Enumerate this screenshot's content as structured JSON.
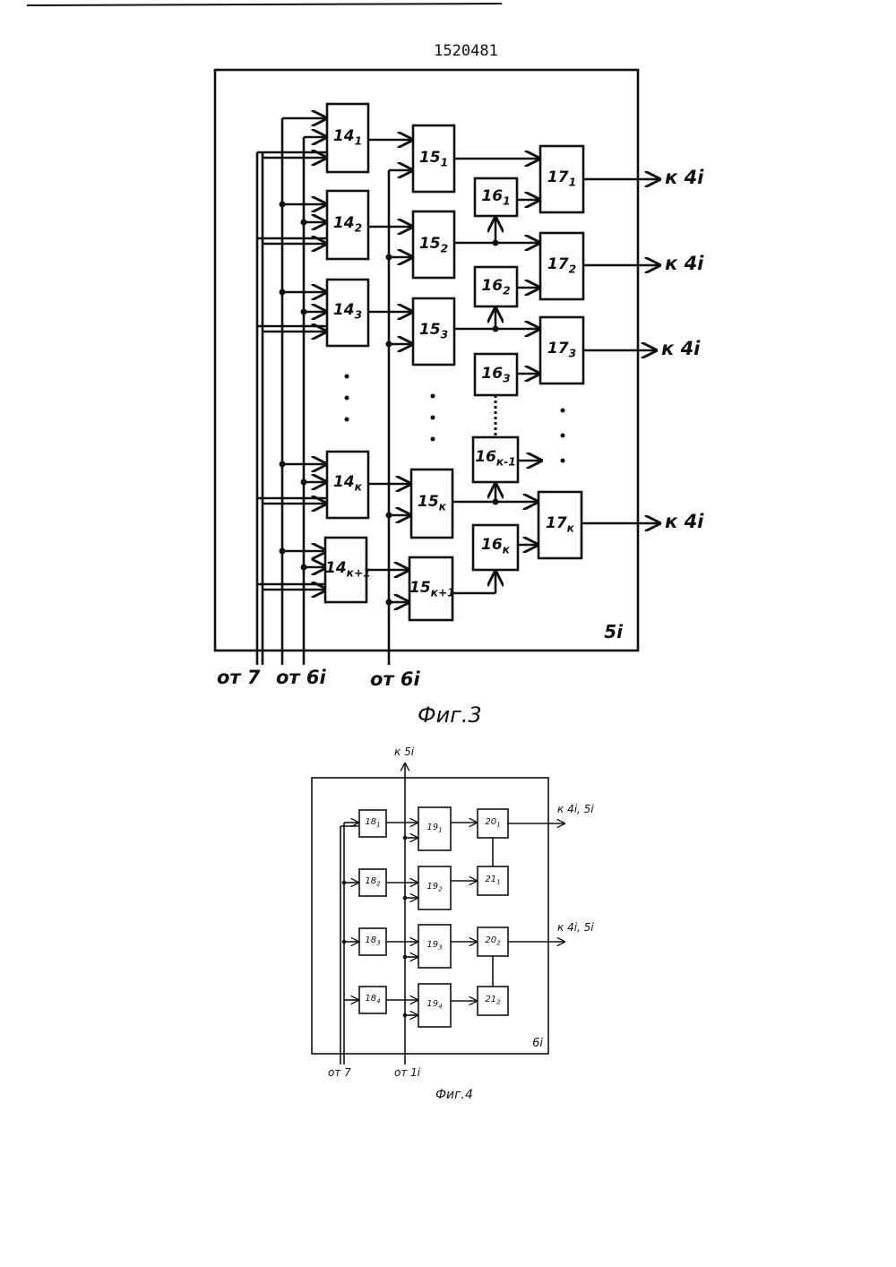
{
  "page": {
    "patent_number": "1520481"
  },
  "fig3": {
    "caption": "Фиг.3",
    "frame_label": "5i",
    "blocks14": [
      {
        "base": "14",
        "sub": "1"
      },
      {
        "base": "14",
        "sub": "2"
      },
      {
        "base": "14",
        "sub": "3"
      },
      {
        "base": "14",
        "sub": "к"
      },
      {
        "base": "14",
        "sub": "к+1"
      }
    ],
    "blocks15": [
      {
        "base": "15",
        "sub": "1"
      },
      {
        "base": "15",
        "sub": "2"
      },
      {
        "base": "15",
        "sub": "3"
      },
      {
        "base": "15",
        "sub": "к"
      },
      {
        "base": "15",
        "sub": "к+1"
      }
    ],
    "blocks16": [
      {
        "base": "16",
        "sub": "1"
      },
      {
        "base": "16",
        "sub": "2"
      },
      {
        "base": "16",
        "sub": "3"
      },
      {
        "base": "16",
        "sub": "к-1"
      },
      {
        "base": "16",
        "sub": "к"
      }
    ],
    "blocks17": [
      {
        "base": "17",
        "sub": "1"
      },
      {
        "base": "17",
        "sub": "2"
      },
      {
        "base": "17",
        "sub": "3"
      },
      {
        "base": "17",
        "sub": "к"
      }
    ],
    "outputs": [
      "к 4i",
      "к 4i",
      "к 4i",
      "к 4i"
    ],
    "inputs": [
      "от 7",
      "от 6i",
      "от 6i"
    ]
  },
  "fig4": {
    "caption": "Фиг.4",
    "frame_label": "6i",
    "top_label": "к 5i",
    "blocks18": [
      {
        "base": "18",
        "sub": "1"
      },
      {
        "base": "18",
        "sub": "2"
      },
      {
        "base": "18",
        "sub": "3"
      },
      {
        "base": "18",
        "sub": "4"
      }
    ],
    "blocks19": [
      {
        "base": "19",
        "sub": "1"
      },
      {
        "base": "19",
        "sub": "2"
      },
      {
        "base": "19",
        "sub": "3"
      },
      {
        "base": "19",
        "sub": "4"
      }
    ],
    "blocks20": [
      {
        "base": "20",
        "sub": "1"
      },
      {
        "base": "20",
        "sub": "2"
      }
    ],
    "blocks21": [
      {
        "base": "21",
        "sub": "1"
      },
      {
        "base": "21",
        "sub": "2"
      }
    ],
    "outputs": [
      "к 4i, 5i",
      "к 4i, 5i"
    ],
    "inputs": [
      "от 7",
      "от 1i"
    ]
  }
}
